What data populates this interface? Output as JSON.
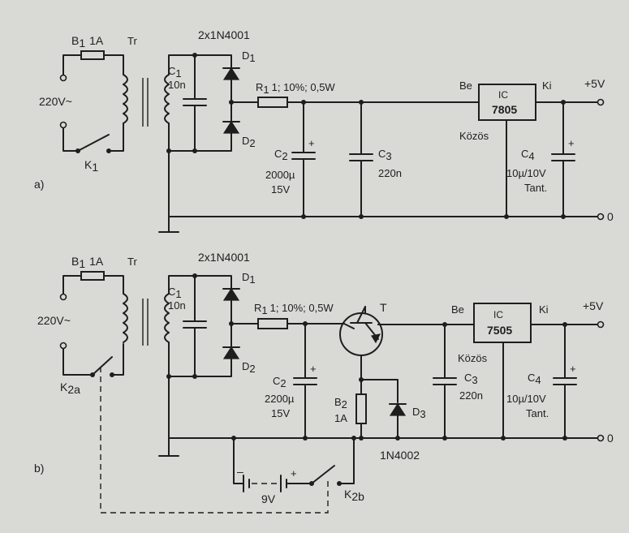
{
  "circuit_a": {
    "label": "a)",
    "fuse": "B",
    "fuse_sub": "1",
    "fuse_rating": "1A",
    "transformer": "Tr",
    "mains": "220V~",
    "switch": "K",
    "switch_sub": "1",
    "diodes_title": "2x1N4001",
    "d1": "D",
    "d1_sub": "1",
    "d2": "D",
    "d2_sub": "2",
    "c1": "C",
    "c1_sub": "1",
    "c1_value": "10n",
    "r1": "R",
    "r1_sub": "1",
    "r1_value": "1; 10%; 0,5W",
    "c2": "C",
    "c2_sub": "2",
    "c2_value": "2000µ",
    "c2_voltage": "15V",
    "c3": "C",
    "c3_sub": "3",
    "c3_value": "220n",
    "ic_label": "IC",
    "ic_part": "7805",
    "ic_in": "Be",
    "ic_out": "Ki",
    "ic_common": "Közös",
    "c4": "C",
    "c4_sub": "4",
    "c4_value": "10µ/10V",
    "c4_type": "Tant.",
    "out_plus": "+5V",
    "out_zero": "0",
    "plus_mark": "+"
  },
  "circuit_b": {
    "label": "b)",
    "fuse": "B",
    "fuse_sub": "1",
    "fuse_rating": "1A",
    "transformer": "Tr",
    "mains": "220V~",
    "switch": "K",
    "switch_sub": "2a",
    "diodes_title": "2x1N4001",
    "d1": "D",
    "d1_sub": "1",
    "d2": "D",
    "d2_sub": "2",
    "c1": "C",
    "c1_sub": "1",
    "c1_value": "10n",
    "r1": "R",
    "r1_sub": "1",
    "r1_value": "1; 10%; 0,5W",
    "transistor": "T",
    "c2": "C",
    "c2_sub": "2",
    "c2_value": "2200µ",
    "c2_voltage": "15V",
    "b2": "B",
    "b2_sub": "2",
    "b2_rating": "1A",
    "d3": "D",
    "d3_sub": "3",
    "d3_part": "1N4002",
    "c3": "C",
    "c3_sub": "3",
    "c3_value": "220n",
    "ic_label": "IC",
    "ic_part": "7505",
    "ic_in": "Be",
    "ic_out": "Ki",
    "ic_common": "Közös",
    "c4": "C",
    "c4_sub": "4",
    "c4_value": "10µ/10V",
    "c4_type": "Tant.",
    "battery": "9V",
    "battery_minus": "–",
    "battery_plus": "+",
    "switch2": "K",
    "switch2_sub": "2b",
    "out_plus": "+5V",
    "out_zero": "0",
    "plus_mark": "+"
  }
}
